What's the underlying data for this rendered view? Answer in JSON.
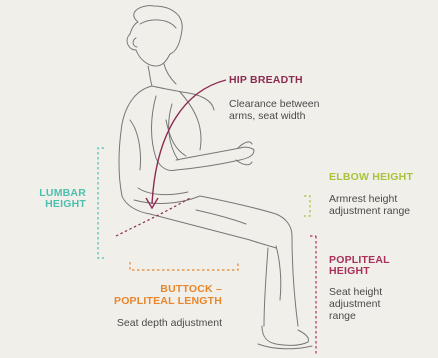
{
  "colors": {
    "background": "#f1efea",
    "figure_line": "#777777",
    "hip": "#8c2b52",
    "lumbar": "#4dbfb0",
    "elbow": "#a9c43a",
    "buttock": "#e8862b",
    "popliteal": "#a8305a",
    "desc_text": "#4a4a4a"
  },
  "hip_breadth": {
    "title": "HIP BREADTH",
    "desc_line1": "Clearance between",
    "desc_line2": "arms, seat width"
  },
  "lumbar_height": {
    "title_line1": "LUMBAR",
    "title_line2": "HEIGHT"
  },
  "elbow_height": {
    "title": "ELBOW HEIGHT",
    "desc_line1": "Armrest height",
    "desc_line2": "adjustment range"
  },
  "popliteal_height": {
    "title_line1": "POPLITEAL",
    "title_line2": "HEIGHT",
    "desc_line1": "Seat height",
    "desc_line2": "adjustment",
    "desc_line3": "range"
  },
  "buttock_popliteal_length": {
    "title_line1": "BUTTOCK –",
    "title_line2": "POPLITEAL LENGTH",
    "desc": "Seat depth adjustment"
  }
}
